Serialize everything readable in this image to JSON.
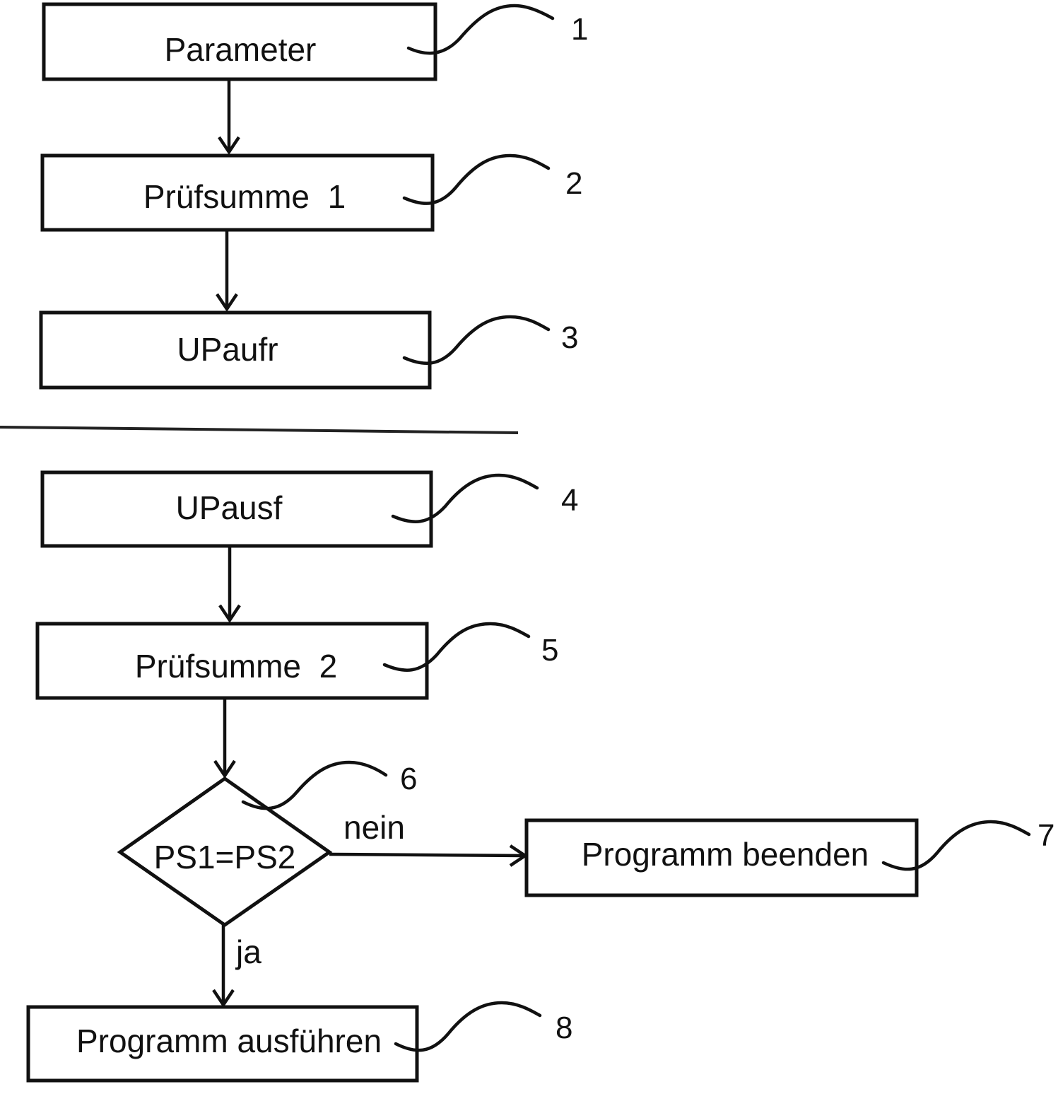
{
  "steps": {
    "parameter": "Parameter",
    "pruefsumme1": "Prüfsumme  1",
    "upaufr": "UPaufr",
    "upausf": "UPausf",
    "pruefsumme2": "Prüfsumme  2",
    "decision": "PS1=PS2",
    "programm_beenden": "Programm beenden",
    "programm_ausfuehren": "Programm ausführen"
  },
  "edges": {
    "no": "nein",
    "yes": "ja"
  },
  "refs": {
    "r1": "1",
    "r2": "2",
    "r3": "3",
    "r4": "4",
    "r5": "5",
    "r6": "6",
    "r7": "7",
    "r8": "8"
  }
}
